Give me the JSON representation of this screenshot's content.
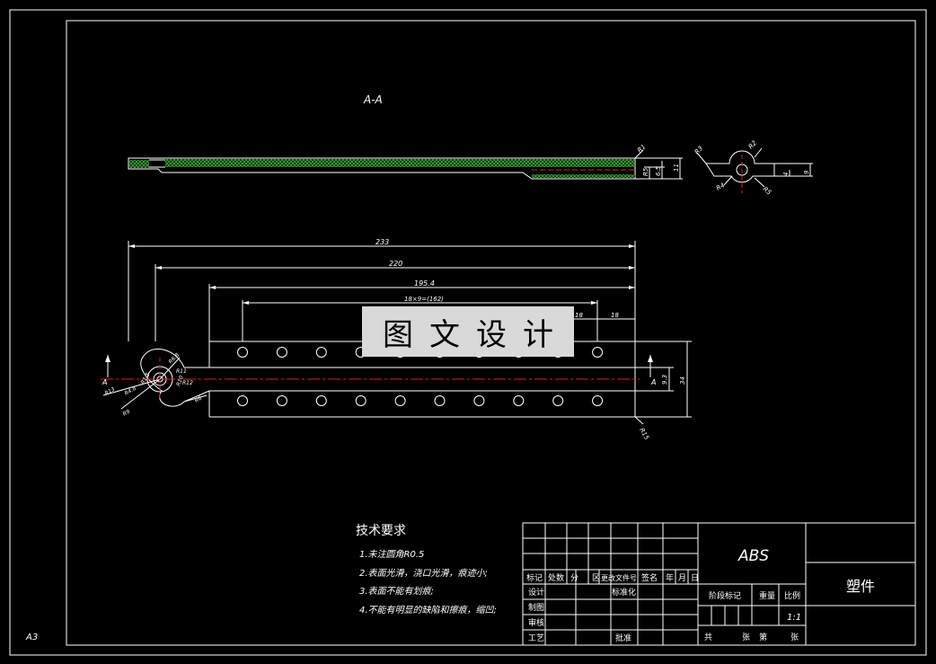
{
  "sheet_size": "A3",
  "section_label": "A-A",
  "watermark": "图文设计",
  "dimensions": {
    "d233": "233",
    "d220": "220",
    "d195": "195.4",
    "d18x9": "18×9=(162)",
    "d18a": "18",
    "d18b": "18",
    "d34": "34",
    "d9_3": "9.3",
    "dR1": "R1",
    "d11": "11",
    "d6_5": "6.5",
    "dR5": "R5",
    "dR3": "R3",
    "dR4": "R4",
    "dR2": "R2",
    "d9": "9",
    "d4": "4",
    "dR6_8": "R6.8",
    "dR11": "R11",
    "dR13": "R13",
    "dR10": "R10",
    "dR1_5": "R1.5",
    "dR6": "R6",
    "dR12": "R12",
    "dR5b": "R5",
    "dR4_8": "R4.8",
    "dR9": "R9",
    "dR15": "R15",
    "cutA": "A"
  },
  "notes": {
    "title": "技术要求",
    "items": [
      "1.未注圆角R0.5",
      "2.表面光滑，浇口光滑，痕迹小;",
      "3.表面不能有划痕;",
      "4.不能有明显的缺陷和擦痕，缩凹;"
    ]
  },
  "title_block": {
    "material": "ABS",
    "part_name": "塑件",
    "scale": "1:1",
    "rev_headers": [
      "标记",
      "处数",
      "分",
      "区",
      "更改文件号",
      "签名",
      "年",
      "月",
      "日"
    ],
    "design": "设计",
    "standardize": "标准化",
    "draw": "制图",
    "review": "审核",
    "process": "工艺",
    "approve": "批准",
    "stage_mark": "阶段标记",
    "weight": "重量",
    "scale_label": "比例",
    "sheets_total": "共",
    "sheets_unit": "张",
    "sheet_no": "第",
    "sheet_unit2": "张"
  }
}
